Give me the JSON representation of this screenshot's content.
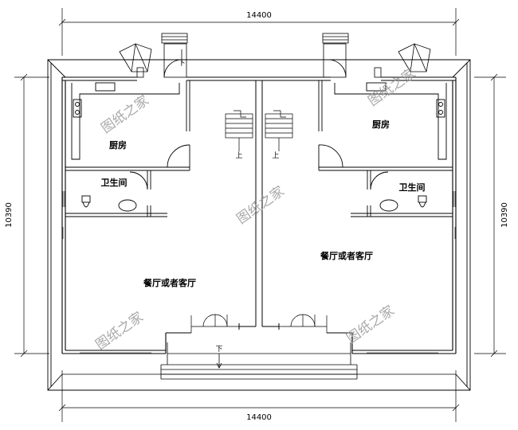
{
  "dimensions": {
    "top": "14400",
    "bottom": "14400",
    "left": "10390",
    "right": "10390"
  },
  "rooms": {
    "kitchen_left": "厨房",
    "kitchen_right": "厨房",
    "bath_left": "卫生间",
    "bath_right": "卫生间",
    "living_left": "餐厅或者客厅",
    "living_right": "餐厅或者客厅"
  },
  "stair_marks": {
    "up": "上",
    "down": "下"
  },
  "watermark": "图纸之家"
}
